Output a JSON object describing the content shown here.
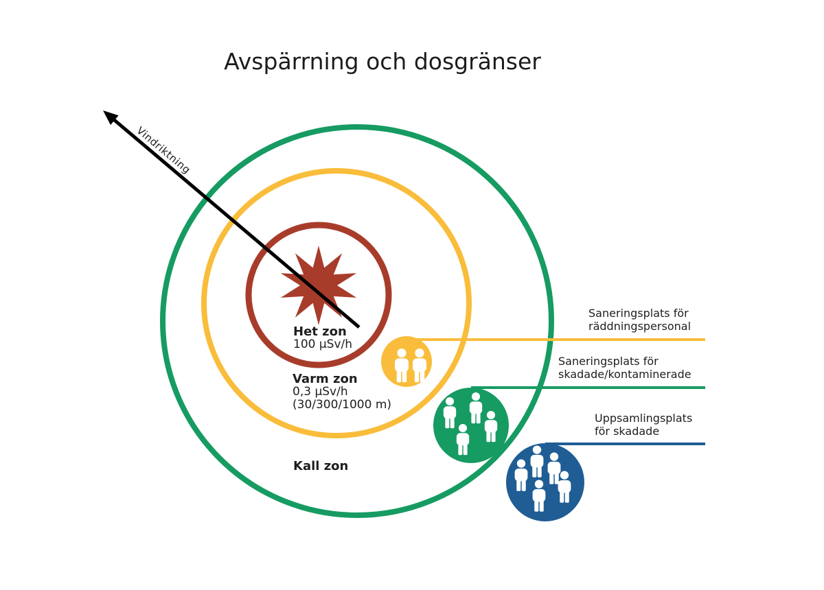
{
  "title": "Avspärrning och dosgränser",
  "wind_direction_label": "Vindriktning",
  "zones": {
    "hot": {
      "name": "Het zon",
      "dose_limit": "100 µSv/h",
      "color": "#a83c2b"
    },
    "warm": {
      "name": "Varm zon",
      "dose_limit": "0,3 µSv/h",
      "distances": "(30/300/1000 m)",
      "color": "#f9bd3b"
    },
    "cold": {
      "name": "Kall zon",
      "color": "#169b62"
    }
  },
  "stations": [
    {
      "id": "decon-personnel",
      "label_line1": "Saneringsplats för",
      "label_line2": "räddningspersonal",
      "color": "#f9bd3b",
      "people_count": 2
    },
    {
      "id": "decon-injured",
      "label_line1": "Saneringsplats för",
      "label_line2": "skadade/kontaminerade",
      "color": "#169b62",
      "people_count": 4
    },
    {
      "id": "assembly-injured",
      "label_line1": "Uppsamlingsplats",
      "label_line2": "för skadade",
      "color": "#1f5d94",
      "people_count": 5
    }
  ],
  "arrow_color": "#000000",
  "source_icon": "radiation-burst-star"
}
